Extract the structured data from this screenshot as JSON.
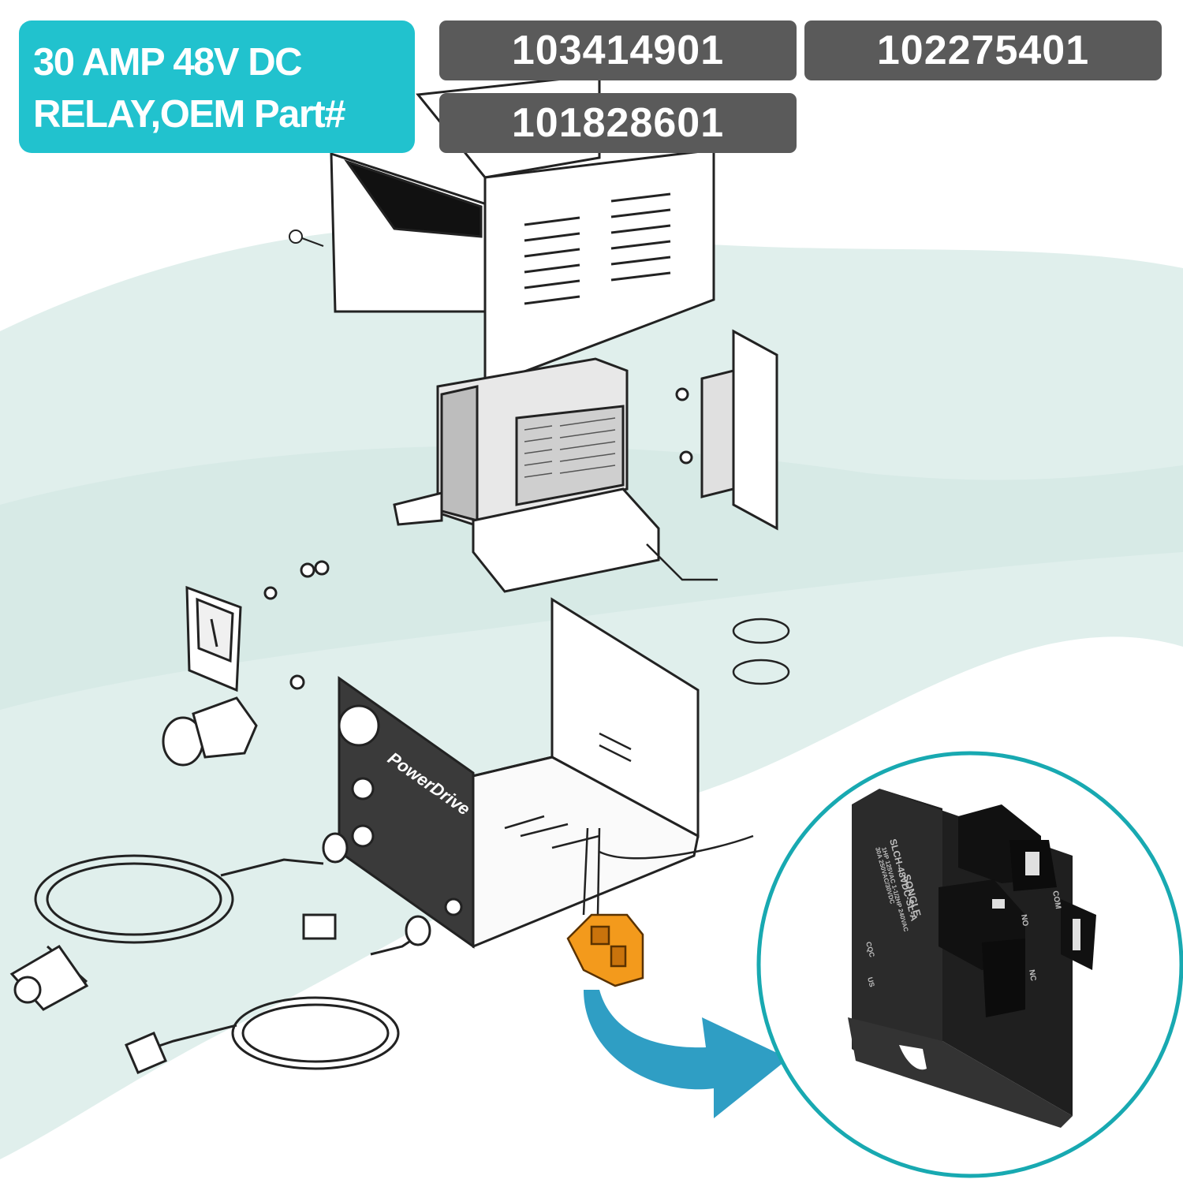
{
  "header": {
    "title_line1": "30 AMP 48V DC",
    "title_line2": "RELAY,OEM Part#"
  },
  "part_numbers": [
    "103414901",
    "102275401",
    "101828601"
  ],
  "diagram": {
    "panel_brand": "PowerDrive",
    "relay_brand": "SONGLE",
    "relay_model": "SLCH-48VDC-SL-A",
    "relay_spec_1": "1HP 125VAC 1-1/2HP 240VAC",
    "relay_spec_2": "30A 250VAC/30VDC",
    "relay_terminal_com": "COM",
    "relay_terminal_no": "NO",
    "relay_terminal_nc": "NC",
    "relay_cert_1": "CQC",
    "relay_cert_2": "US"
  },
  "colors": {
    "title_bg": "#21c2ce",
    "part_box_bg": "#5a5a5a",
    "highlight_relay": "#f39a1c",
    "arrow": "#2f9ec4",
    "circle_border": "#18a9b1",
    "wash": "#dbece9"
  }
}
